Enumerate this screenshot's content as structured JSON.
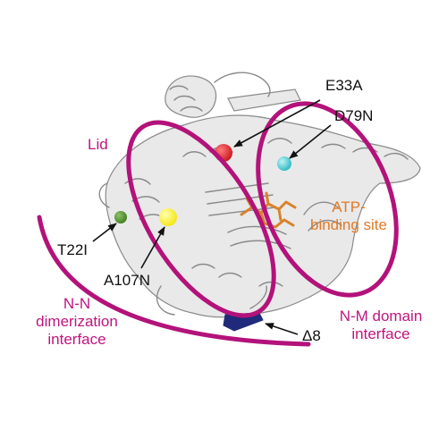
{
  "colors": {
    "region_outline": "#b3127a",
    "ribbon": "#e9e9e9",
    "ribbon_stroke": "#8a8a8a",
    "ligand": "#d9822b",
    "e33a_sphere": "#c8171e",
    "d79n_sphere": "#2bb7c2",
    "a107n_sphere": "#f5e60e",
    "t22i_sphere": "#3e7f1e",
    "delta8_segment": "#1f2a7a"
  },
  "labels": {
    "lid": "Lid",
    "e33a": "E33A",
    "d79n": "D79N",
    "t22i": "T22I",
    "a107n": "A107N",
    "delta8": "Δ8",
    "atp_line1": "ATP-",
    "atp_line2": "binding site",
    "nn_line1": "N-N",
    "nn_line2": "dimerization",
    "nn_line3": "interface",
    "nm_line1": "N-M domain",
    "nm_line2": "interface"
  }
}
